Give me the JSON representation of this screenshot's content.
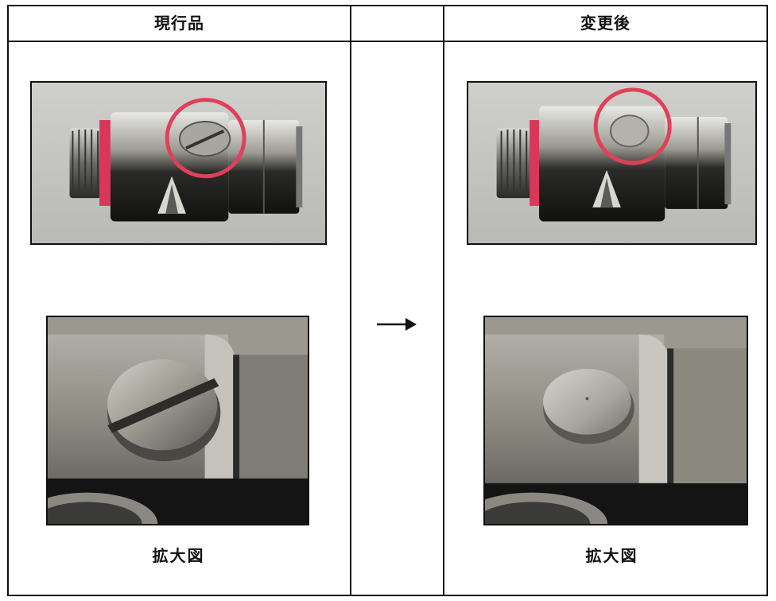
{
  "table": {
    "header_left": "現行品",
    "header_middle": "",
    "header_right": "変更後"
  },
  "left_column": {
    "caption": "拡大図",
    "product_photo_icon": "fitting-with-slotted-screw-photo",
    "closeup_photo_icon": "slotted-screw-closeup-photo"
  },
  "right_column": {
    "caption": "拡大図",
    "product_photo_icon": "fitting-with-plain-plug-photo",
    "closeup_photo_icon": "plain-plug-closeup-photo"
  },
  "middle": {
    "arrow_icon": "right-arrow-icon"
  },
  "colors": {
    "highlight_circle": "#e0405a",
    "red_band": "#d8375a",
    "border": "#111111"
  }
}
